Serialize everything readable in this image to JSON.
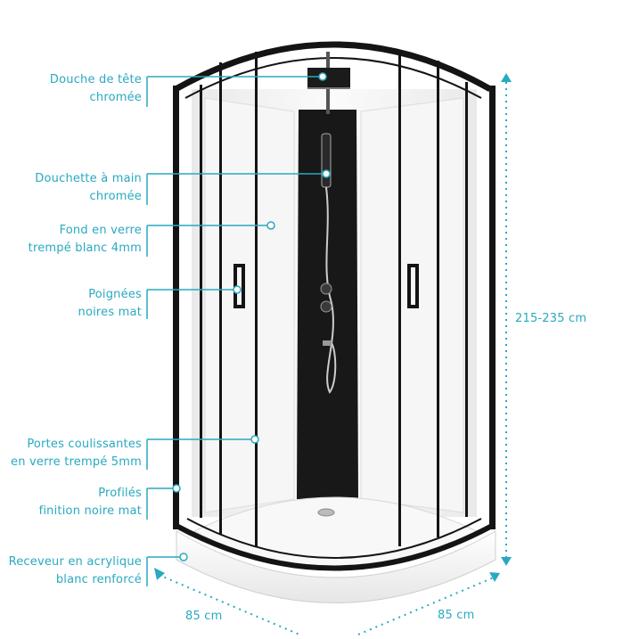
{
  "colors": {
    "accent": "#29a9c1",
    "frame": "#141414",
    "glass": "#f3f3f3",
    "panel": "#181818",
    "tray": "#ffffff"
  },
  "labels": {
    "head_shower": {
      "line1": "Douche de tête",
      "line2": "chromée"
    },
    "hand_shower": {
      "line1": "Douchette à main",
      "line2": "chromée"
    },
    "back_glass": {
      "line1": "Fond en verre",
      "line2": "trempé blanc 4mm"
    },
    "handles": {
      "line1": "Poignées",
      "line2": "noires mat"
    },
    "sliding_doors": {
      "line1": "Portes coulissantes",
      "line2": "en verre trempé 5mm"
    },
    "profiles": {
      "line1": "Profilés",
      "line2": "finition noire mat"
    },
    "tray": {
      "line1": "Receveur en acrylique",
      "line2": "blanc renforcé"
    }
  },
  "dimensions": {
    "height": "215-235 cm",
    "width_left": "85 cm",
    "width_right": "85 cm"
  }
}
